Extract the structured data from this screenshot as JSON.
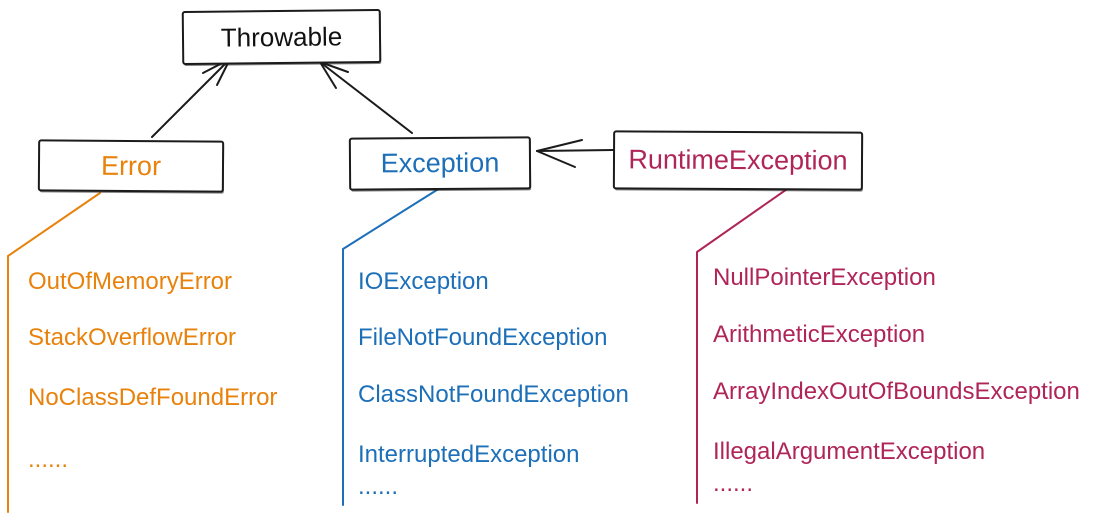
{
  "diagram": {
    "nodes": {
      "throwable": {
        "label": "Throwable",
        "color": "#111111"
      },
      "error": {
        "label": "Error",
        "color": "#e8820c"
      },
      "exception": {
        "label": "Exception",
        "color": "#1d6fb8"
      },
      "runtime_exception": {
        "label": "RuntimeException",
        "color": "#b02558"
      }
    },
    "edges": [
      {
        "from": "Error",
        "to": "Throwable",
        "style": "open-arrow"
      },
      {
        "from": "Exception",
        "to": "Throwable",
        "style": "open-arrow"
      },
      {
        "from": "RuntimeException",
        "to": "Exception",
        "style": "open-arrow"
      }
    ],
    "lists": {
      "error": {
        "color": "#e8820c",
        "items": [
          "OutOfMemoryError",
          "StackOverflowError",
          "NoClassDefFoundError",
          "......"
        ]
      },
      "exception": {
        "color": "#1d6fb8",
        "items": [
          "IOException",
          "FileNotFoundException",
          "ClassNotFoundException",
          "InterruptedException",
          "......"
        ]
      },
      "runtime_exception": {
        "color": "#b02558",
        "items": [
          "NullPointerException",
          "ArithmeticException",
          "ArrayIndexOutOfBoundsException",
          "IllegalArgumentException",
          "......"
        ]
      }
    },
    "colors": {
      "background": "#ffffff",
      "box_border": "#1b1b1b",
      "orange": "#e8820c",
      "blue": "#1d6fb8",
      "crimson": "#b02558"
    }
  }
}
